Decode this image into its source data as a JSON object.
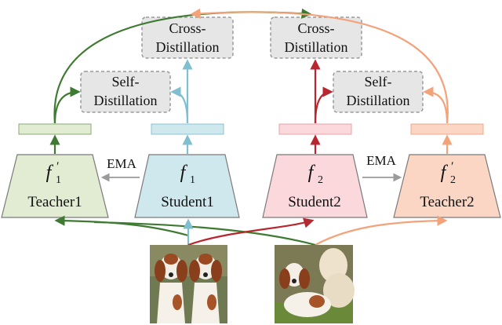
{
  "boxes": {
    "cross_left": [
      "Cross-",
      "Distillation"
    ],
    "cross_right": [
      "Cross-",
      "Distillation"
    ],
    "self_left": [
      "Self-",
      "Distillation"
    ],
    "self_right": [
      "Self-",
      "Distillation"
    ]
  },
  "models": {
    "teacher1": {
      "symbol": "f",
      "sub": "1",
      "prime": "′",
      "label": "Teacher1"
    },
    "student1": {
      "symbol": "f",
      "sub": "1",
      "prime": "",
      "label": "Student1"
    },
    "student2": {
      "symbol": "f",
      "sub": "2",
      "prime": "",
      "label": "Student2"
    },
    "teacher2": {
      "symbol": "f",
      "sub": "2",
      "prime": "′",
      "label": "Teacher2"
    }
  },
  "ema_left": "EMA",
  "ema_right": "EMA",
  "images": {
    "left": "dog-image-augmented-1",
    "right": "dog-image-augmented-2"
  },
  "colors": {
    "green": "#3f7a32",
    "blue": "#7fbfcf",
    "red": "#b8262f",
    "orange": "#f3a27a",
    "gray": "#9a9a9a",
    "teacher1_fill": "#e2ecd2",
    "student1_fill": "#cfe8ee",
    "student2_fill": "#fbd8dc",
    "teacher2_fill": "#fbd6c4",
    "box_fill": "#e6e6e6"
  }
}
